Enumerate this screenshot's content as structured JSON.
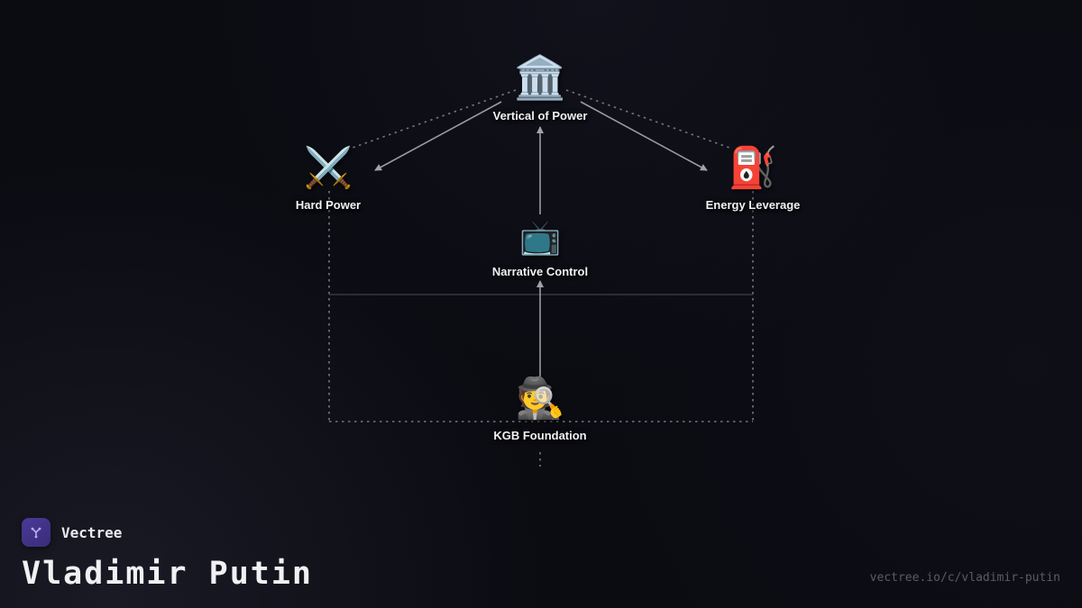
{
  "diagram": {
    "nodes": [
      {
        "id": "vertical-of-power",
        "label": "Vertical of Power",
        "icon": "🏛️"
      },
      {
        "id": "hard-power",
        "label": "Hard Power",
        "icon": "⚔️"
      },
      {
        "id": "energy-leverage",
        "label": "Energy Leverage",
        "icon": "⛽"
      },
      {
        "id": "narrative-control",
        "label": "Narrative Control",
        "icon": "📺"
      },
      {
        "id": "kgb-foundation",
        "label": "KGB Foundation",
        "icon": "🕵️"
      }
    ]
  },
  "footer": {
    "brand": "Vectree",
    "title": "Vladimir Putin",
    "url": "vectree.io/c/vladimir-putin"
  },
  "colors": {
    "background": "#0b0b12",
    "accent_purple": "#4a3a96",
    "edge_solid": "#9a9aa2",
    "edge_dashed": "#75757e",
    "edge_faint": "#3f3f47",
    "label_text": "#f2f2f5",
    "url_text": "#5c5c68"
  }
}
